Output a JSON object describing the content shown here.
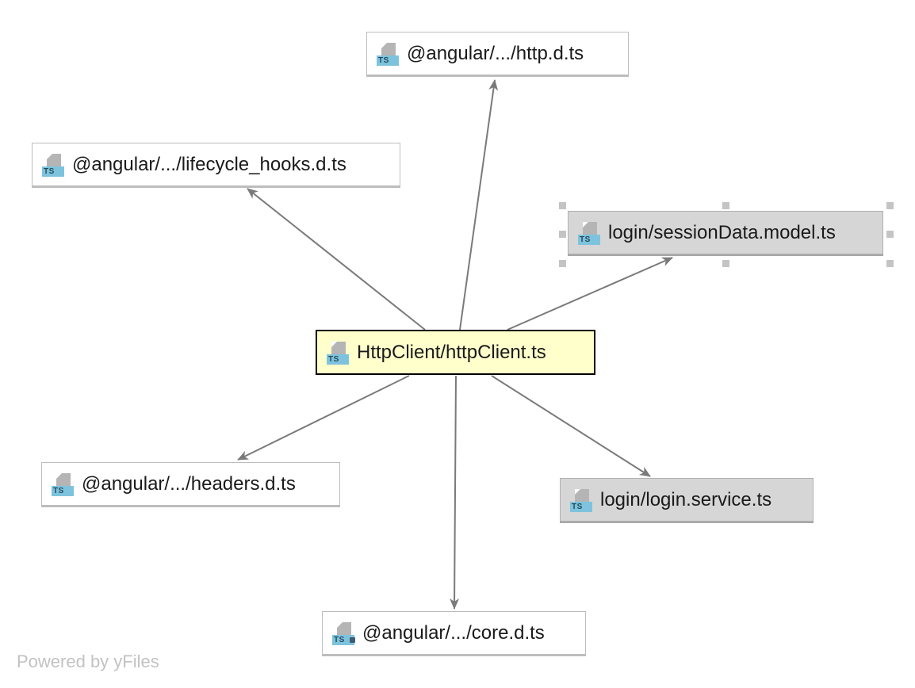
{
  "nodes": {
    "http": {
      "label": "@angular/.../http.d.ts",
      "icon": "typescript-file-icon"
    },
    "lifecycle": {
      "label": "@angular/.../lifecycle_hooks.d.ts",
      "icon": "typescript-file-icon"
    },
    "session": {
      "label": "login/sessionData.model.ts",
      "icon": "typescript-file-icon"
    },
    "client": {
      "label": "HttpClient/httpClient.ts",
      "icon": "typescript-file-icon"
    },
    "headers": {
      "label": "@angular/.../headers.d.ts",
      "icon": "typescript-file-icon"
    },
    "loginService": {
      "label": "login/login.service.ts",
      "icon": "typescript-file-icon"
    },
    "core": {
      "label": "@angular/.../core.d.ts",
      "icon": "typescript-locked-file-icon"
    }
  },
  "edges": [
    {
      "from": "client",
      "to": "http"
    },
    {
      "from": "client",
      "to": "lifecycle"
    },
    {
      "from": "client",
      "to": "session"
    },
    {
      "from": "client",
      "to": "headers"
    },
    {
      "from": "client",
      "to": "loginService"
    },
    {
      "from": "client",
      "to": "core"
    }
  ],
  "colors": {
    "center_fill": "#ffffcc",
    "gray_fill": "#d6d6d6",
    "edge": "#7a7a7a",
    "ts_tag": "#7ec3dd"
  },
  "watermark": "Powered by yFiles"
}
